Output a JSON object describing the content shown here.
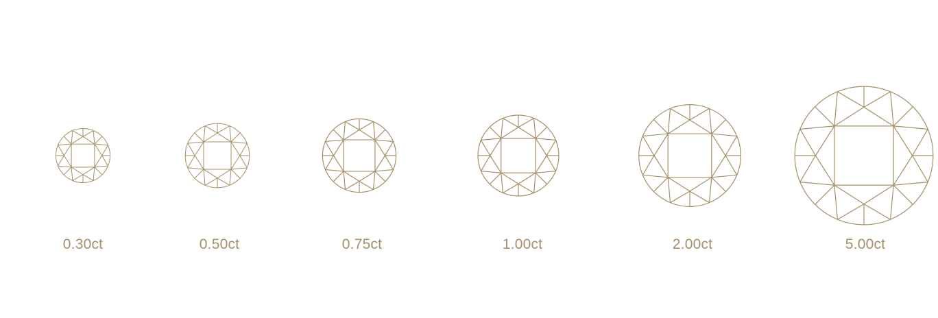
{
  "colors": {
    "outline": "#a68f69",
    "label": "#a68f69",
    "background": "#ffffff"
  },
  "stones": [
    {
      "label": "0.30ct",
      "carat": 0.3,
      "icon": "round-brilliant-diamond-icon"
    },
    {
      "label": "0.50ct",
      "carat": 0.5,
      "icon": "round-brilliant-diamond-icon"
    },
    {
      "label": "0.75ct",
      "carat": 0.75,
      "icon": "round-brilliant-diamond-icon"
    },
    {
      "label": "1.00ct",
      "carat": 1.0,
      "icon": "round-brilliant-diamond-icon"
    },
    {
      "label": "2.00ct",
      "carat": 2.0,
      "icon": "round-brilliant-diamond-icon"
    },
    {
      "label": "5.00ct",
      "carat": 5.0,
      "icon": "round-brilliant-diamond-icon"
    }
  ]
}
